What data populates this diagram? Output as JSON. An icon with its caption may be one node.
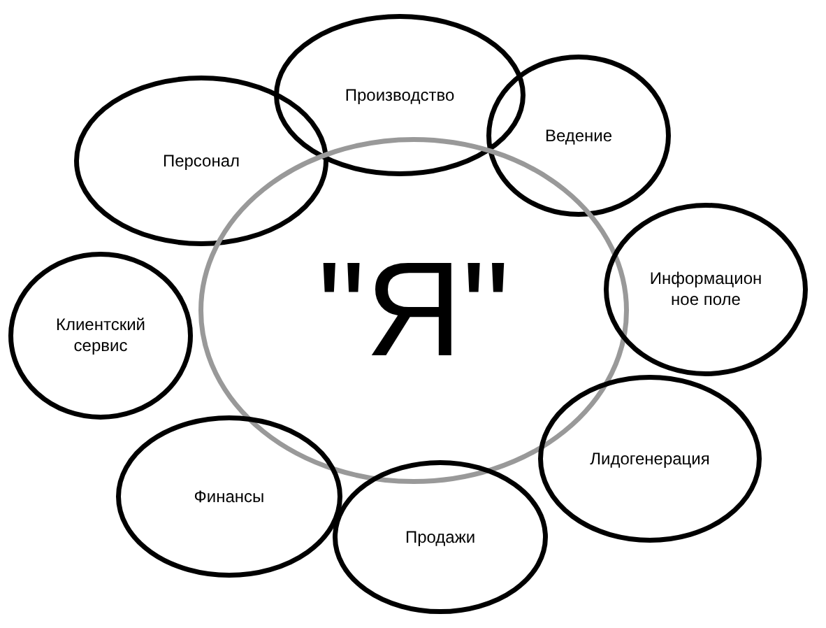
{
  "diagram": {
    "nodes": [
      {
        "text": [
          "Производство"
        ]
      },
      {
        "text": [
          "Персонал"
        ]
      },
      {
        "text": [
          "Ведение"
        ]
      },
      {
        "text": [
          "\"Я\""
        ]
      },
      {
        "text": [
          "Информацион ное поле"
        ]
      },
      {
        "text": [
          "Клиентский сервис"
        ]
      },
      {
        "text": [
          "Лидогенерация"
        ]
      },
      {
        "text": [
          "Финансы"
        ]
      },
      {
        "text": [
          "Продажи"
        ]
      }
    ]
  }
}
